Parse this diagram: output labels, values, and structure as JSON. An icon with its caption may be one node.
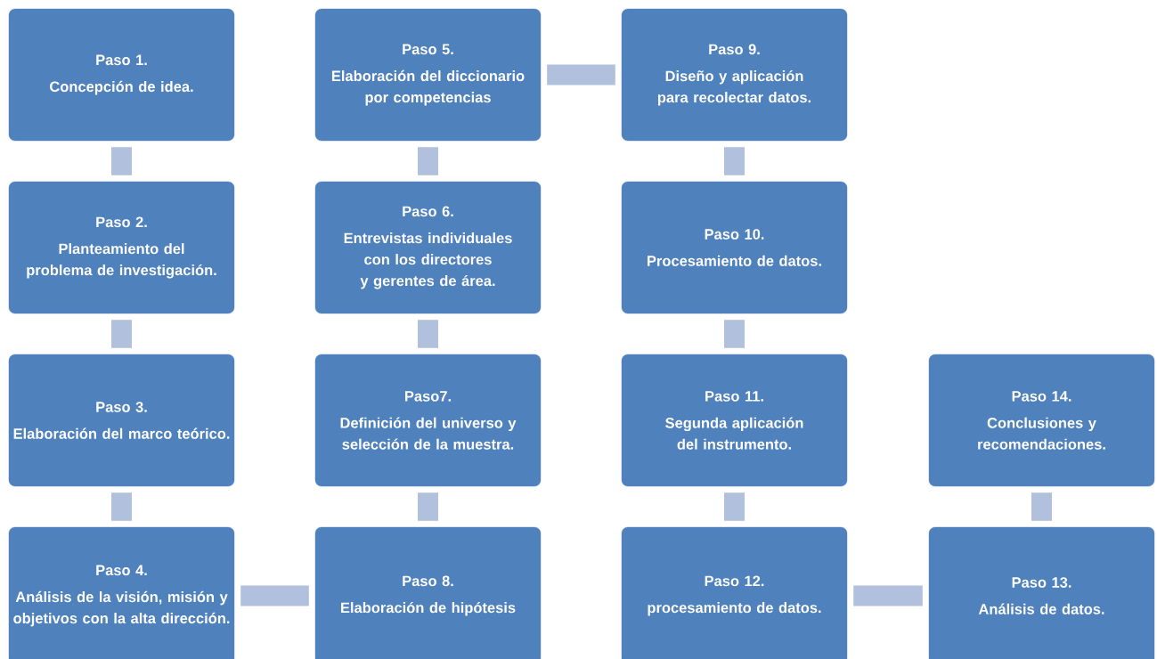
{
  "diagram": {
    "nodes": [
      {
        "text": [
          "Paso 1.",
          "Concepción de idea."
        ]
      },
      {
        "text": [
          "Paso 2.",
          "Planteamiento del problema de investigación."
        ]
      },
      {
        "text": [
          "Paso 3.",
          "Elaboración del marco teórico."
        ]
      },
      {
        "text": [
          "Paso 4.",
          "Análisis de la visión, misión y objetivos con la alta dirección."
        ]
      },
      {
        "text": [
          "Paso 5.",
          "Elaboración del diccionario por competencias"
        ]
      },
      {
        "text": [
          "Paso 6.",
          "Entrevistas individuales con los directores y gerentes de área."
        ]
      },
      {
        "text": [
          "Paso7.",
          "Definición del universo y selección de la muestra."
        ]
      },
      {
        "text": [
          "Paso 8.",
          "Elaboración de hipótesis"
        ]
      },
      {
        "text": [
          "Paso 9.",
          "Diseño y aplicación para recolectar datos."
        ]
      },
      {
        "text": [
          "Paso 10.",
          "Procesamiento de datos."
        ]
      },
      {
        "text": [
          "Paso 11.",
          "Segunda aplicación del instrumento."
        ]
      },
      {
        "text": [
          "Paso 12.",
          "procesamiento de datos."
        ]
      },
      {
        "text": [
          "Paso 13.",
          "Análisis de datos."
        ]
      },
      {
        "text": [
          "Paso 14.",
          "Conclusiones y recomendaciones."
        ]
      }
    ],
    "edges": [
      {
        "from": 0,
        "to": 1,
        "arrow": "none"
      },
      {
        "from": 1,
        "to": 2,
        "arrow": "none"
      },
      {
        "from": 2,
        "to": 3,
        "arrow": "none"
      },
      {
        "from": 3,
        "to": 7,
        "arrow": "none"
      },
      {
        "from": 7,
        "to": 6,
        "arrow": "none"
      },
      {
        "from": 6,
        "to": 5,
        "arrow": "none"
      },
      {
        "from": 5,
        "to": 4,
        "arrow": "none"
      },
      {
        "from": 4,
        "to": 8,
        "arrow": "none"
      },
      {
        "from": 8,
        "to": 9,
        "arrow": "none"
      },
      {
        "from": 9,
        "to": 10,
        "arrow": "none"
      },
      {
        "from": 10,
        "to": 11,
        "arrow": "none"
      },
      {
        "from": 11,
        "to": 12,
        "arrow": "none"
      },
      {
        "from": 12,
        "to": 13,
        "arrow": "none"
      }
    ]
  }
}
